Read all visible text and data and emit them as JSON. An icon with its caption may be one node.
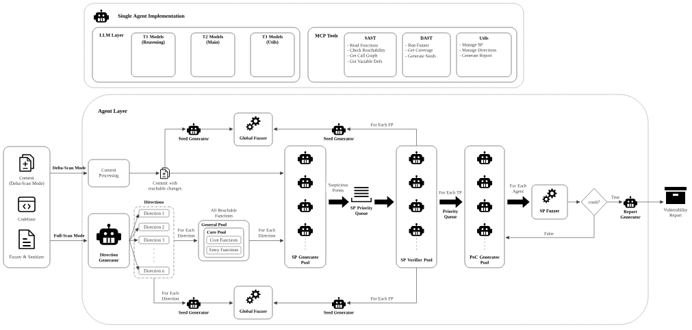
{
  "diagram": {
    "nodes": [
      {
        "text": [
          "Single Agent Implementation"
        ]
      },
      {
        "text": [
          "LLM Layer"
        ],
        "in": 0
      },
      {
        "text": [
          "T1 Models (Reasoning)"
        ],
        "in": 1
      },
      {
        "text": [
          "T2 Models (Main)"
        ],
        "in": 1
      },
      {
        "text": [
          "T3 Models (Utils)"
        ],
        "in": 1
      },
      {
        "text": [
          "MCP Tools"
        ],
        "in": 0
      },
      {
        "text": [
          "SAST",
          "- Read Functions",
          "- Check Reachability",
          "- Get Call Graph",
          "- Get Variable Defs"
        ],
        "in": 5
      },
      {
        "text": [
          "DAST",
          "- Run Fuzzer",
          "- Get Coverage",
          "- Generate Seeds"
        ],
        "in": 5
      },
      {
        "text": [
          "Utils",
          "- Manage SP",
          "- Manage Directions",
          "- Generate Report"
        ],
        "in": 5
      },
      {
        "text": [
          "Commit (Delta-Scan Mode)",
          "Codebase",
          "Fuzzer & Sanitizer"
        ]
      },
      {
        "text": [
          "Agent Layer"
        ]
      },
      {
        "text": [
          "Seed Generator"
        ],
        "in": 10
      },
      {
        "text": [
          "Global Fuzzer"
        ],
        "in": 10
      },
      {
        "text": [
          "Seed Generator"
        ],
        "in": 10
      },
      {
        "text": [
          "Commit Processing"
        ],
        "in": 10
      },
      {
        "text": [
          "Commit with reachable changes"
        ],
        "in": 10
      },
      {
        "text": [
          "SP Generator Pool"
        ],
        "in": 10
      },
      {
        "text": [
          "SP Priority Queue"
        ],
        "in": 10
      },
      {
        "text": [
          "SP Verifier Pool"
        ],
        "in": 10
      },
      {
        "text": [
          "PoC Generator Pool"
        ],
        "in": 10
      },
      {
        "text": [
          "SP Fuzzer"
        ],
        "in": 10
      },
      {
        "text": [
          "crash?"
        ],
        "in": 10
      },
      {
        "text": [
          "Report Generator"
        ],
        "in": 10
      },
      {
        "text": [
          "Vulnerability Report"
        ]
      },
      {
        "text": [
          "Direction Generator"
        ],
        "in": 10
      },
      {
        "text": [
          "Directions"
        ],
        "in": 10
      },
      {
        "text": [
          "Direction 1"
        ],
        "in": 25
      },
      {
        "text": [
          "Direction 2"
        ],
        "in": 25
      },
      {
        "text": [
          "Direction 3"
        ],
        "in": 25
      },
      {
        "text": [
          "Direction n"
        ],
        "in": 25
      },
      {
        "text": [
          "All Reachable Functions",
          "General Pool"
        ],
        "in": 10
      },
      {
        "text": [
          "Core Pool"
        ],
        "in": 30
      },
      {
        "text": [
          "Core Functions"
        ],
        "in": 31
      },
      {
        "text": [
          "Entry Functions"
        ],
        "in": 31
      },
      {
        "text": [
          "Seed Generator"
        ],
        "in": 10
      },
      {
        "text": [
          "Global Fuzzer"
        ],
        "in": 10
      },
      {
        "text": [
          "Seed Generator"
        ],
        "in": 10
      }
    ],
    "edges": [
      {
        "from": 9,
        "to": 14,
        "arrow": "to",
        "label": "Delta-Scan Mode"
      },
      {
        "from": 9,
        "to": 24,
        "arrow": "to",
        "label": "Full-Scan Mode"
      },
      {
        "from": 14,
        "to": 15,
        "arrow": "to"
      },
      {
        "from": 15,
        "to": 11,
        "arrow": "to"
      },
      {
        "from": 15,
        "to": 16,
        "arrow": "to"
      },
      {
        "from": 11,
        "to": 12,
        "arrow": "to"
      },
      {
        "from": 13,
        "to": 12,
        "arrow": "to"
      },
      {
        "from": 18,
        "to": 13,
        "arrow": "to",
        "label": "For Each FP"
      },
      {
        "from": 16,
        "to": 17,
        "arrow": "to",
        "label": "Suspicious Points",
        "style": "thick",
        "color": "#000000"
      },
      {
        "from": 17,
        "to": 18,
        "arrow": "to",
        "style": "thick",
        "color": "#000000"
      },
      {
        "from": 18,
        "to": 19,
        "arrow": "to",
        "label": "For Each TP",
        "style": "thick",
        "color": "#000000"
      },
      {
        "from": 19,
        "to": 20,
        "arrow": "to",
        "label": "For Each Agent",
        "style": "thick",
        "color": "#000000"
      },
      {
        "from": 20,
        "to": 21,
        "arrow": "to"
      },
      {
        "from": 21,
        "to": 22,
        "arrow": "to",
        "label": "True"
      },
      {
        "from": 22,
        "to": 23,
        "arrow": "to"
      },
      {
        "from": 21,
        "to": 19,
        "arrow": "to",
        "label": "False"
      },
      {
        "from": 24,
        "to": 26,
        "arrow": "to"
      },
      {
        "from": 24,
        "to": 27,
        "arrow": "to"
      },
      {
        "from": 24,
        "to": 28,
        "arrow": "to"
      },
      {
        "from": 24,
        "to": 29,
        "arrow": "to"
      },
      {
        "from": 25,
        "to": 30,
        "arrow": "to",
        "label": "For Each Direction"
      },
      {
        "from": 30,
        "to": 16,
        "arrow": "to",
        "label": "For Each Direction"
      },
      {
        "from": 25,
        "to": 34,
        "arrow": "to",
        "label": "For Each Direction"
      },
      {
        "from": 34,
        "to": 35,
        "arrow": "to"
      },
      {
        "from": 36,
        "to": 35,
        "arrow": "to"
      },
      {
        "from": 18,
        "to": 36,
        "arrow": "to",
        "label": "For Each FP"
      }
    ],
    "labels": [
      "Priority Queue"
    ]
  }
}
